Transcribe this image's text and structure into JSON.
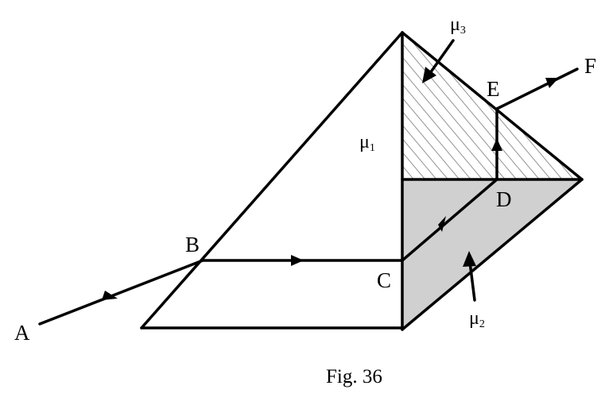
{
  "labels": {
    "A": "A",
    "B": "B",
    "C": "C",
    "D": "D",
    "E": "E",
    "F": "F"
  },
  "media": [
    {
      "symbol": "μ",
      "sub": "1"
    },
    {
      "symbol": "μ",
      "sub": "2"
    },
    {
      "symbol": "μ",
      "sub": "3"
    }
  ],
  "caption": "Fig. 36",
  "colors": {
    "line": "#000000",
    "mu2_fill": "#d0d0d0",
    "hatch": "#777777"
  }
}
